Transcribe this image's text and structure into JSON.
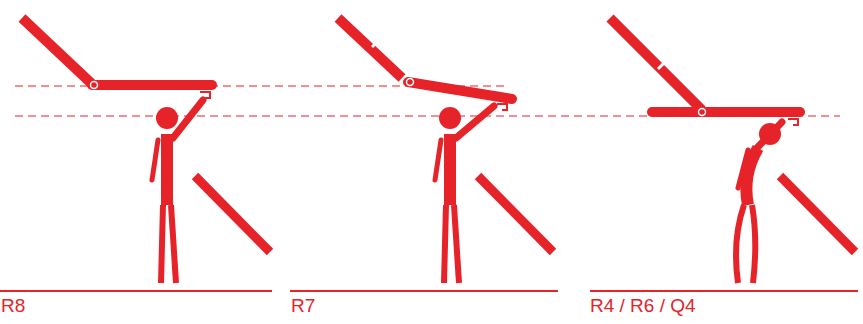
{
  "diagram": {
    "labels": [
      "R8",
      "R7",
      "R4 / R6 / Q4"
    ]
  }
}
